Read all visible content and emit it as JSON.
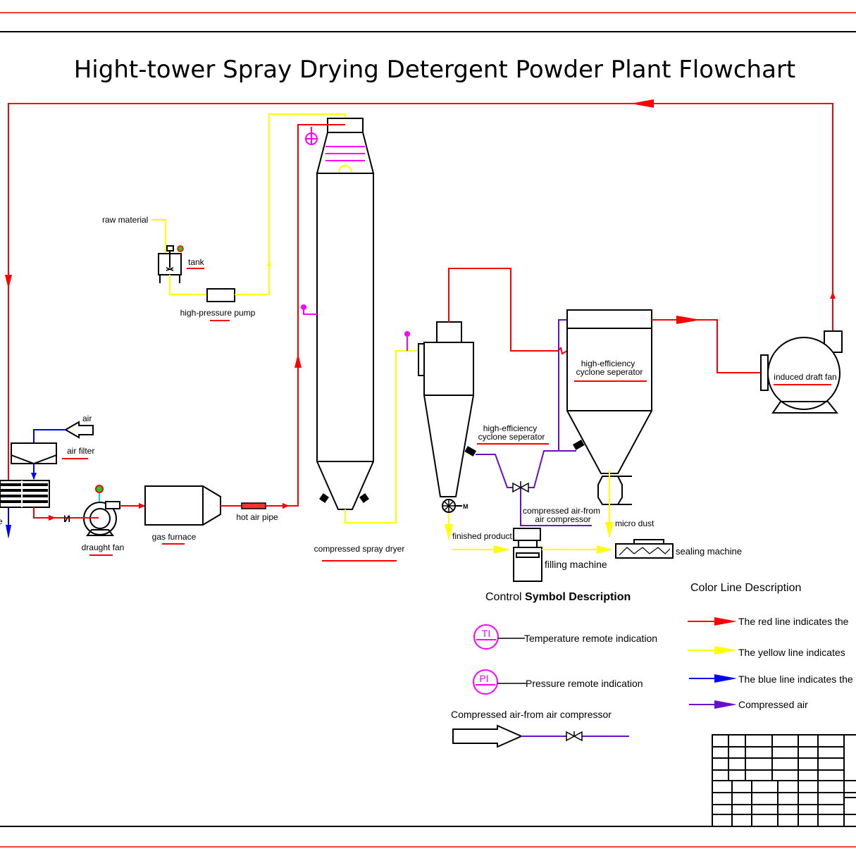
{
  "title": "Hight-tower Spray Drying Detergent Powder Plant Flowchart",
  "colors": {
    "hot_air": "#ff0000",
    "material": "#ffff00",
    "air": "#0000ff",
    "compressed_air": "#6a0dcc",
    "instrument": "#ff00ff"
  },
  "labels": {
    "raw_material": "raw material",
    "tank": "tank",
    "high_pressure_pump": "high-pressure pump",
    "air": "air",
    "air_filter": "air filter",
    "heater_partial": "e",
    "draught_fan": "draught fan",
    "gas_furnace": "gas furnace",
    "hot_air_pipe": "hot air pipe",
    "spray_dryer": "compressed spray dryer",
    "cyclone_1_line1": "high-efficiency",
    "cyclone_1_line2": "cyclone seperator",
    "cyclone_2_line1": "high-efficiency",
    "cyclone_2_line2": "cyclone seperator",
    "induced_draft_fan": "induced draft fan",
    "compressed_air_line1": "compressed air-from",
    "compressed_air_line2": "air compressor",
    "micro_dust": "micro dust",
    "finished_product": "finished product",
    "filling_machine": "filling machine",
    "sealing_machine": "sealing machine",
    "motor": "M"
  },
  "control_legend": {
    "title_prefix": "Control ",
    "title_bold": "Symbol Description",
    "temperature_symbol": "TI",
    "temperature": "Temperature remote indication",
    "pressure_symbol": "PI",
    "pressure": "Pressure remote indication",
    "compressed_air": "Compressed air-from air compressor"
  },
  "color_legend": {
    "title": "Color Line Description",
    "items": [
      {
        "color": "#ff0000",
        "label": "The red line indicates the"
      },
      {
        "color": "#ffff00",
        "label": "The yellow line indicates"
      },
      {
        "color": "#0000ff",
        "label": "The blue line indicates the"
      },
      {
        "color": "#6a0dcc",
        "label": "Compressed air"
      }
    ]
  }
}
